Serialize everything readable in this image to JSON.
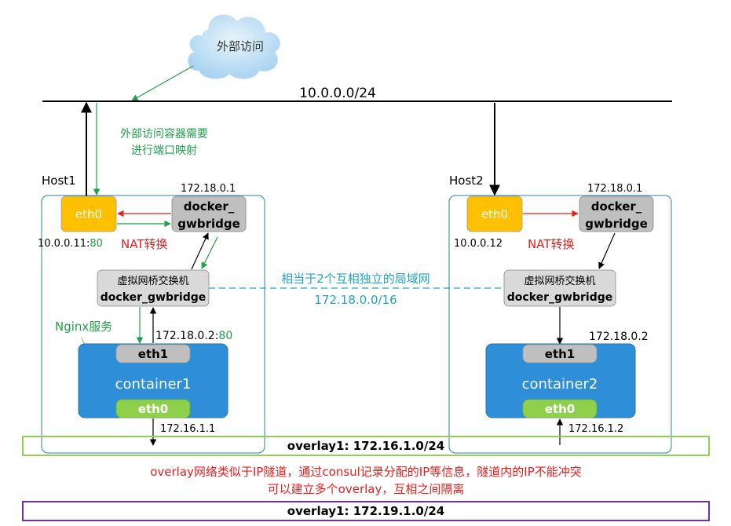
{
  "cloud": {
    "label": "外部访问"
  },
  "network": {
    "label": "10.0.0.0/24"
  },
  "note_port_mapping": {
    "line1": "外部访问容器需要",
    "line2": "进行端口映射"
  },
  "host1": {
    "title": "Host1",
    "eth0_label": "eth0",
    "eth0_ip": "10.0.0.11:",
    "eth0_port": "80",
    "bridge_ip": "172.18.0.1",
    "bridge_line1": "docker_",
    "bridge_line2": "gwbridge",
    "nat_label": "NAT转换",
    "vswitch_line1": "虚拟网桥交换机",
    "vswitch_line2": "docker_gwbridge",
    "nginx_label": "Nginx服务",
    "eth1_ip": "172.18.0.2:",
    "eth1_port": "80",
    "eth1_label": "eth1",
    "container_label": "container1",
    "ceth0_label": "eth0",
    "overlay_ip": "172.16.1.1"
  },
  "host2": {
    "title": "Host2",
    "eth0_label": "eth0",
    "eth0_ip": "10.0.0.12",
    "bridge_ip": "172.18.0.1",
    "bridge_line1": "docker_",
    "bridge_line2": "gwbridge",
    "nat_label": "NAT转换",
    "vswitch_line1": "虚拟网桥交换机",
    "vswitch_line2": "docker_gwbridge",
    "eth1_ip": "172.18.0.2",
    "eth1_label": "eth1",
    "container_label": "container2",
    "ceth0_label": "eth0",
    "overlay_ip": "172.16.1.2"
  },
  "lan_note": {
    "line1": "相当于2个互相独立的局域网",
    "line2": "172.18.0.0/16"
  },
  "overlay1": {
    "label": "overlay1: 172.16.1.0/24"
  },
  "overlay_note": {
    "line1": "overlay网络类似于IP隧道，通过consul记录分配的IP等信息，隧道内的IP不能冲突",
    "line2": "可以建立多个overlay，互相之间隔离"
  },
  "overlay2": {
    "label": "overlay1: 172.19.1.0/24"
  },
  "colors": {
    "orange": "#FFC000",
    "gray_box": "#BFBFBF",
    "blue_container": "#2E8FD8",
    "green_nic": "#8ED04C",
    "green_arrow": "#1FA04A",
    "red": "#E6201F",
    "teal_text": "#21A3C7",
    "overlay1_border": "#92D050",
    "overlay2_border": "#7030A0",
    "host_border": "#2E7FB0"
  }
}
